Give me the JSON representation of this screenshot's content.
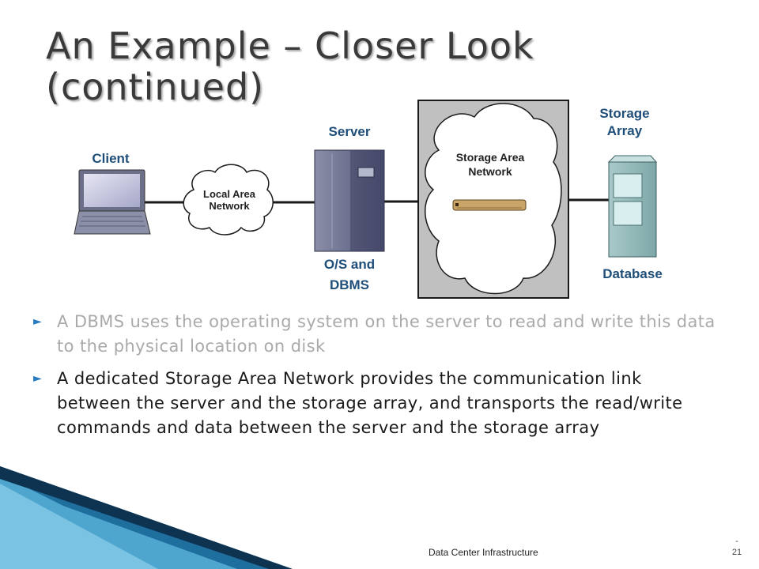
{
  "slide": {
    "title_line1": "An Example – Closer Look",
    "title_line2": "(continued)"
  },
  "diagram": {
    "client_label": "Client",
    "lan_label_line1": "Local Area",
    "lan_label_line2": "Network",
    "server_label": "Server",
    "server_sublabel_line1": "O/S and",
    "server_sublabel_line2": "DBMS",
    "san_label_line1": "Storage Area",
    "san_label_line2": "Network",
    "storage_label_line1": "Storage",
    "storage_label_line2": "Array",
    "database_label": "Database"
  },
  "bullets": [
    {
      "text": "A DBMS uses the operating system on the server to read and write this data to the physical location on disk"
    },
    {
      "text": "A dedicated Storage Area Network provides the communication link between the server and the storage array, and transports the read/write commands and data between the server and the storage array"
    }
  ],
  "footer": {
    "text": "Data Center Infrastructure",
    "page_prefix": "-",
    "page_number": "21"
  },
  "colors": {
    "label_blue": "#1f4e79",
    "bullet_accent": "#2a7bbf",
    "dim_text": "#aaaaaa",
    "san_box": "#c0c0c0"
  },
  "icons": [
    "laptop-icon",
    "lan-cloud-icon",
    "server-icon",
    "san-cloud-icon",
    "switch-icon",
    "storage-array-icon",
    "bullet-arrow-icon"
  ]
}
